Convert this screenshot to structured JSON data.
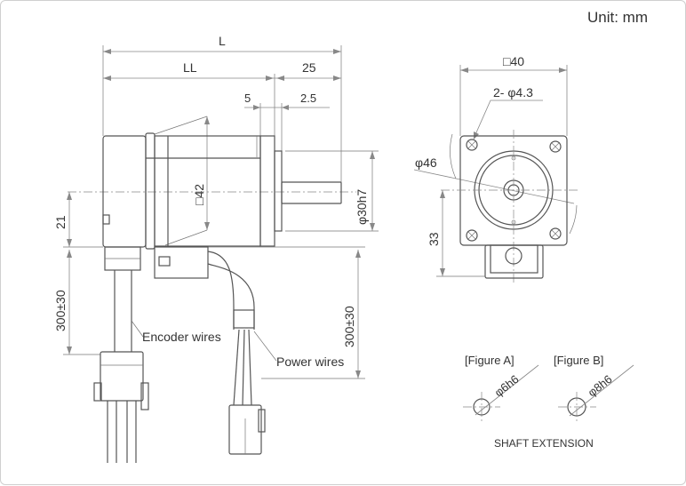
{
  "unit_label": "Unit: mm",
  "side_view": {
    "dim_L": "L",
    "dim_LL": "LL",
    "dim_25": "25",
    "dim_5": "5",
    "dim_2_5": "2.5",
    "dim_square_42": "□42",
    "dim_shaft_dia": "φ30h7",
    "dim_21": "21",
    "dim_encoder_cable": "300±30",
    "dim_power_cable": "300±30",
    "encoder_wires": "Encoder wires",
    "power_wires": "Power wires"
  },
  "front_view": {
    "dim_square_40": "□40",
    "dim_holes": "2- φ4.3",
    "dim_pcd": "φ46",
    "dim_33": "33"
  },
  "shaft_extension": {
    "figure_a": "[Figure A]",
    "figure_a_dim": "φ6h6",
    "figure_b": "[Figure B]",
    "figure_b_dim": "φ8h6",
    "title": "SHAFT EXTENSION"
  }
}
